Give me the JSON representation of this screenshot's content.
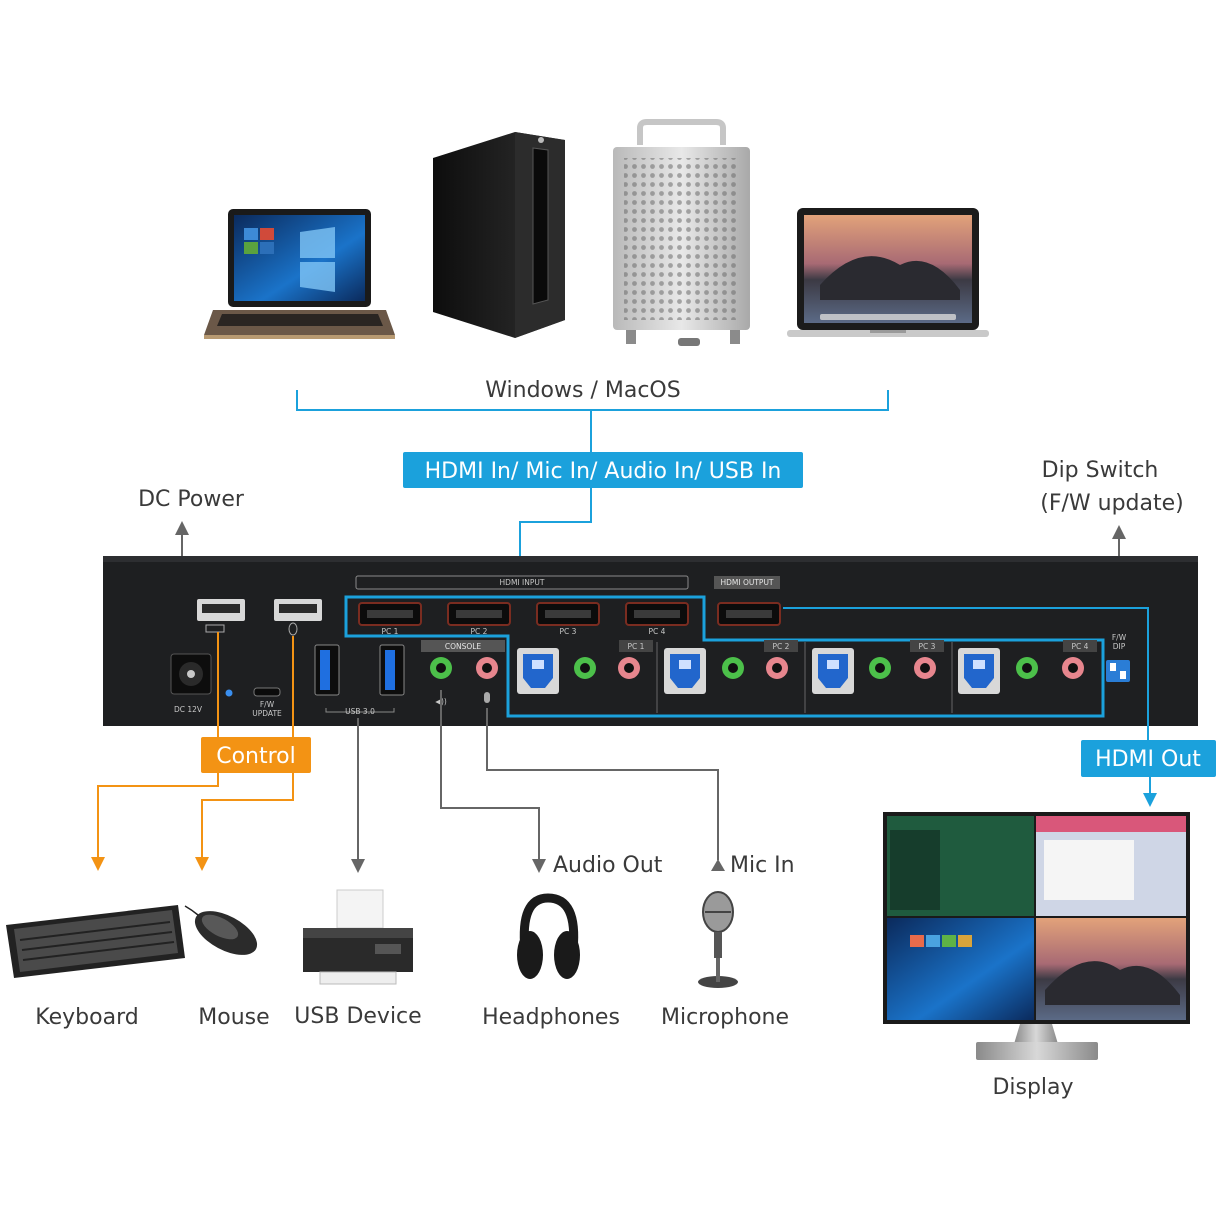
{
  "labels": {
    "windows_macos": "Windows / MacOS",
    "inputs_badge": "HDMI In/ Mic In/ Audio In/ USB In",
    "dc_power": "DC Power",
    "dip_switch_line1": "Dip Switch",
    "dip_switch_line2": "(F/W update)",
    "control_badge": "Control",
    "hdmi_out_badge": "HDMI Out",
    "audio_out": "Audio Out",
    "mic_in": "Mic In",
    "keyboard": "Keyboard",
    "mouse": "Mouse",
    "usb_device": "USB Device",
    "headphones": "Headphones",
    "microphone": "Microphone",
    "display": "Display"
  },
  "panel": {
    "hdmi_input": "HDMI INPUT",
    "hdmi_output": "HDMI OUTPUT",
    "console": "CONSOLE",
    "pc1": "PC 1",
    "pc2": "PC 2",
    "pc3": "PC 3",
    "pc4": "PC 4",
    "dc12v": "DC 12V",
    "fw_update_1": "F/W",
    "fw_update_2": "UPDATE",
    "usb30": "USB 3.0",
    "fw_dip_1": "F/W",
    "fw_dip_2": "DIP"
  },
  "colors": {
    "accent_blue": "#1ba1dc",
    "accent_orange": "#f39314",
    "line_gray": "#666666",
    "panel": "#1e1f21"
  }
}
